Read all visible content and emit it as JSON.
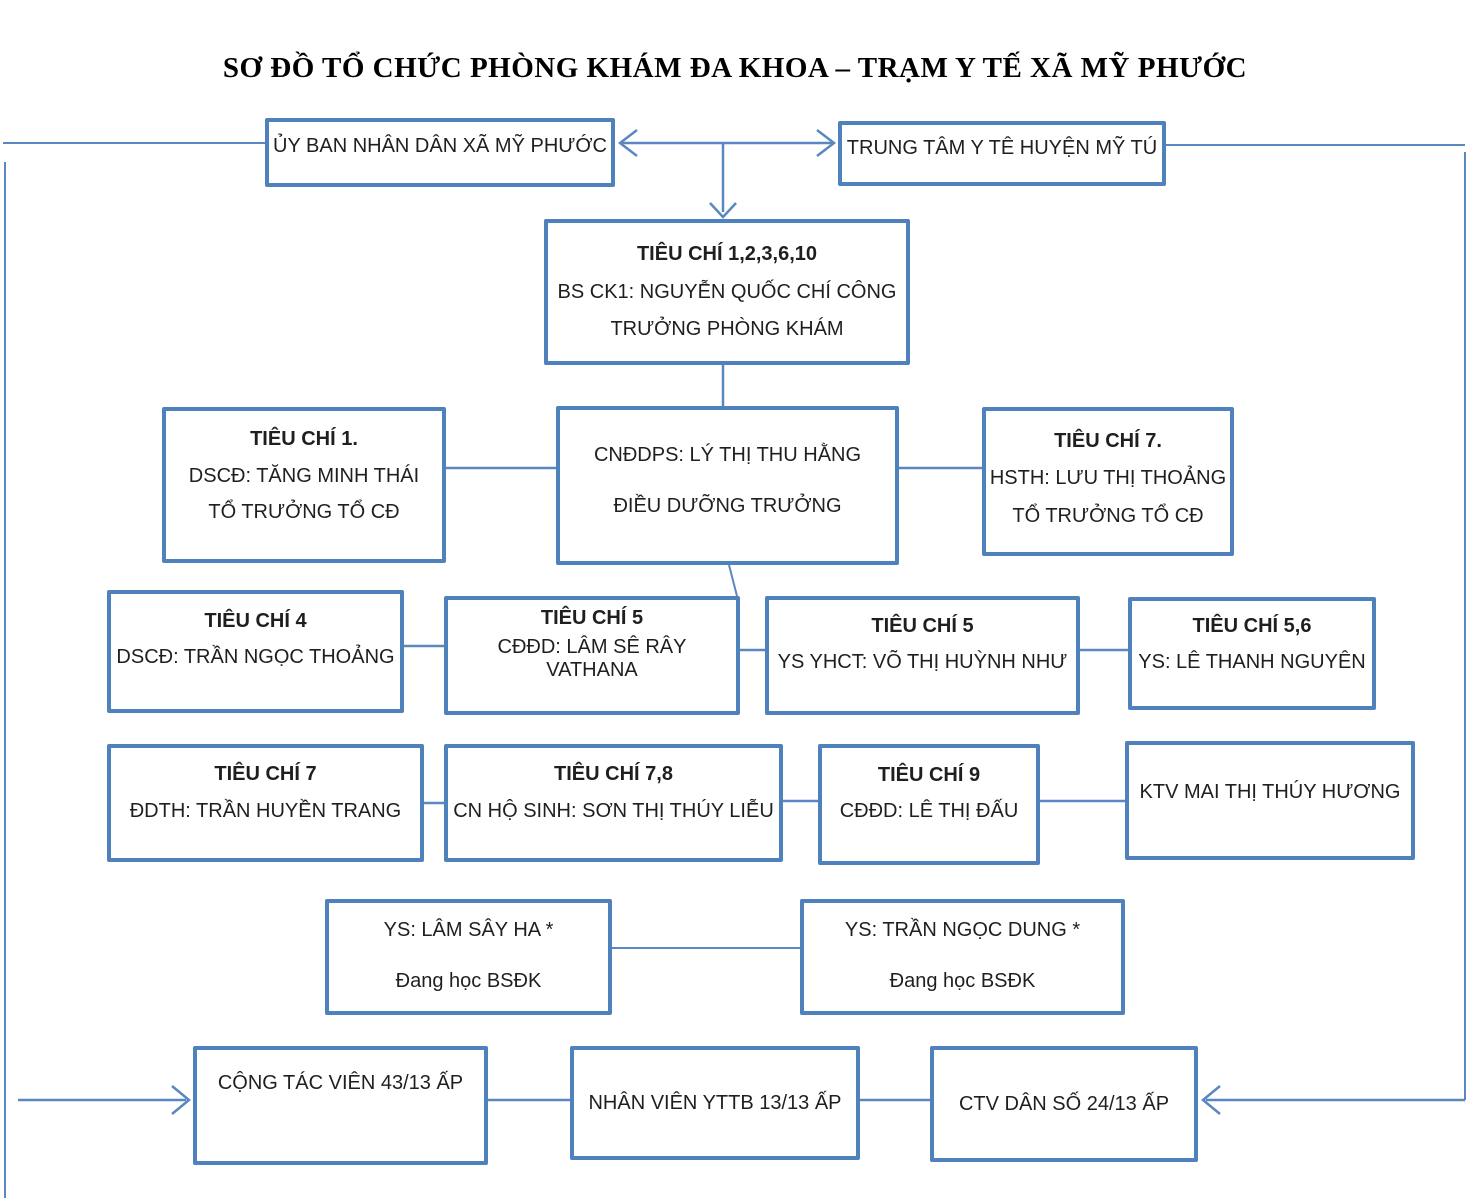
{
  "title": "SƠ ĐỒ TỔ CHỨC PHÒNG KHÁM ĐA KHOA – TRẠM Y TẾ XÃ MỸ PHƯỚC",
  "colors": {
    "border": "#4f81bd",
    "connector": "#5b87c0",
    "text": "#1f1f1f",
    "title_color": "#000000"
  },
  "nodes": {
    "uyban": {
      "l1": "ỦY BAN NHÂN DÂN XÃ MỸ PHƯỚC"
    },
    "trungtam": {
      "l1": "TRUNG TÂM Y TÊ HUYỆN MỸ TÚ"
    },
    "head": {
      "t": "TIÊU CHÍ 1,2,3,6,10",
      "l1": "BS CK1: NGUYỄN QUỐC CHÍ CÔNG",
      "l2": "TRƯỞNG PHÒNG KHÁM"
    },
    "tc1": {
      "t": "TIÊU CHÍ 1.",
      "l1": "DSCĐ: TĂNG MINH THÁI",
      "l2": "TỔ TRƯỞNG TỔ CĐ"
    },
    "cndd": {
      "l1": "CNĐDPS: LÝ THỊ THU HẰNG",
      "l2": "ĐIỀU DƯỠNG TRƯỞNG"
    },
    "tc7a": {
      "t": "TIÊU CHÍ 7.",
      "l1": "HSTH: LƯU THỊ THOẢNG",
      "l2": "TỔ TRƯỞNG TỔ CĐ"
    },
    "tc4": {
      "t": "TIÊU CHÍ 4",
      "l1": "DSCĐ: TRẦN NGỌC THOẢNG"
    },
    "tc5a": {
      "t": "TIÊU CHÍ 5",
      "l1": "CĐĐD: LÂM SÊ RÂY VATHANA"
    },
    "tc5b": {
      "t": "TIÊU CHÍ 5",
      "l1": "YS YHCT: VÕ THỊ HUỲNH NHƯ"
    },
    "tc56": {
      "t": "TIÊU CHÍ 5,6",
      "l1": "YS: LÊ THANH NGUYÊN"
    },
    "tc7b": {
      "t": "TIÊU CHÍ 7",
      "l1": "ĐDTH: TRẦN HUYỀN TRANG"
    },
    "tc78": {
      "t": "TIÊU CHÍ 7,8",
      "l1": "CN HỘ SINH: SƠN THỊ THÚY LIỄU"
    },
    "tc9": {
      "t": "TIÊU CHÍ 9",
      "l1": "CĐĐD: LÊ THỊ ĐẤU"
    },
    "ktv": {
      "l1": "KTV MAI THỊ THÚY HƯƠNG"
    },
    "ys1": {
      "l1": "YS: LÂM SÂY HA *",
      "l2": "Đang học BSĐK"
    },
    "ys2": {
      "l1": "YS: TRẦN NGỌC DUNG *",
      "l2": "Đang học BSĐK"
    },
    "ctv1": {
      "l1": "CỘNG TÁC VIÊN 43/13 ẤP"
    },
    "nv": {
      "l1": "NHÂN VIÊN YTTB 13/13 ẤP"
    },
    "ctv2": {
      "l1": "CTV DÂN SỐ 24/13 ẤP"
    }
  }
}
